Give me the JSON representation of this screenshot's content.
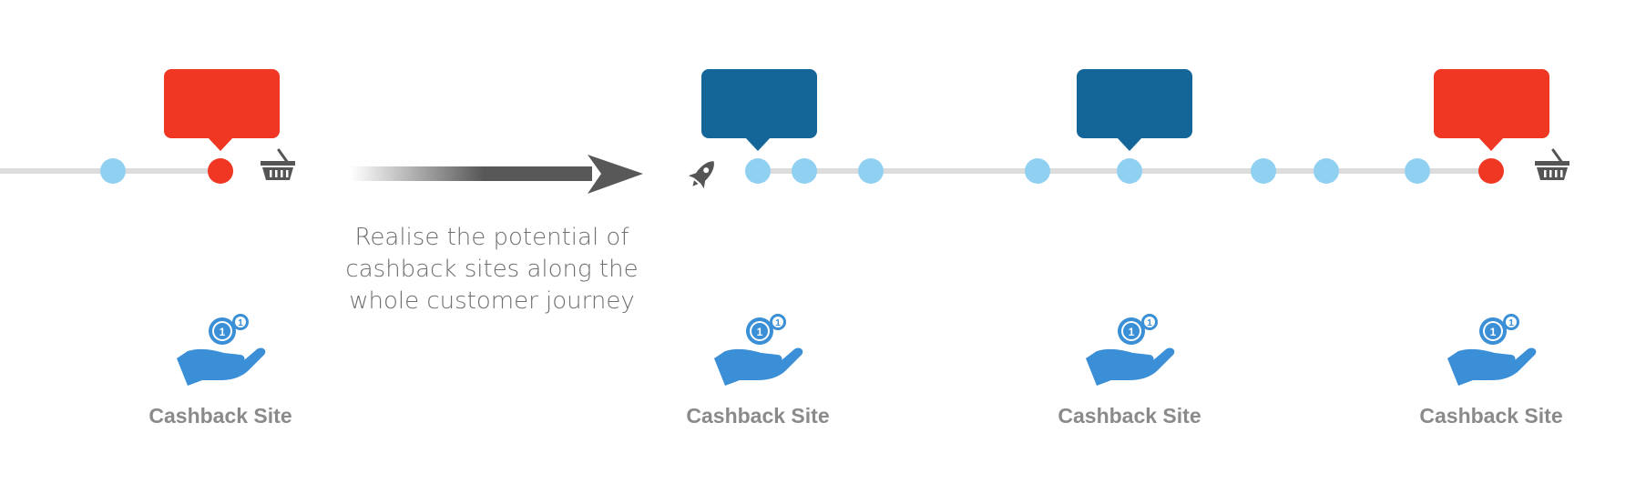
{
  "caption": {
    "lines": [
      "Realise the potential of",
      "cashback sites along the",
      "whole customer journey"
    ]
  },
  "touchpoint_label": "Cashback Site",
  "colors": {
    "red": "#f03724",
    "blue": "#146699",
    "light_blue": "#90d0f0",
    "line": "#dcdcdc",
    "icon_gray": "#555555",
    "icon_blue": "#3a8fd6",
    "arrow": "#585858"
  },
  "left_journey": {
    "nodes": [
      "light",
      "red"
    ],
    "end_icon": "basket-icon",
    "callouts": [
      "red"
    ]
  },
  "right_journey": {
    "start_icon": "rocket-icon",
    "nodes": [
      "light",
      "light",
      "light",
      "light",
      "light",
      "light",
      "light",
      "light",
      "red"
    ],
    "end_icon": "basket-icon",
    "callouts": [
      "blue",
      "blue",
      "red"
    ]
  }
}
